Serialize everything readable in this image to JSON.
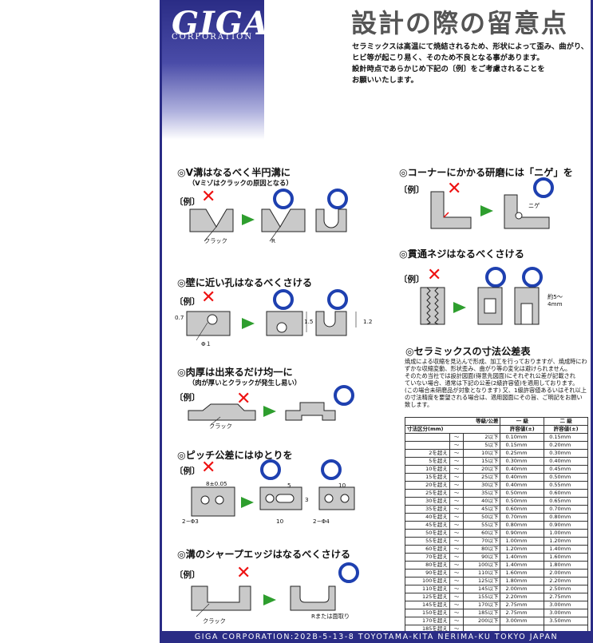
{
  "brand": {
    "logo_main": "GIGA",
    "logo_sub": "CORPORATION"
  },
  "title": "設計の際の留意点",
  "intro": [
    "セラミックスは高温にて焼結されるため、形状によって歪み、曲がり、",
    "ヒビ等が起こり易く、そのため不良となる事があります。",
    "設計時点であらかじめ下記の〔例〕をご考慮されることを",
    "お願いいたします。"
  ],
  "example_label": "〔例〕",
  "sections": {
    "v_groove": {
      "heading": "◎V溝はなるべく半円溝に",
      "sub": "（Vミゾはクラックの原因となる）",
      "crack": "クラック",
      "r": "R"
    },
    "hole": {
      "heading": "◎壁に近い孔はなるべくさける",
      "d07": "0.7",
      "phi1": "Φ１",
      "d15": "1.5",
      "d12": "1.2"
    },
    "thickness": {
      "heading": "◎肉厚は出来るだけ均一に",
      "sub": "（肉が厚いとクラックが発生し易い）",
      "crack": "クラック"
    },
    "pitch": {
      "heading": "◎ピッチ公差にはゆとりを",
      "pitch": "8±0.05",
      "hole3": "2−Φ3",
      "d5": "5",
      "d3": "3",
      "d10a": "10",
      "d10b": "10",
      "hole4": "2−Φ4"
    },
    "sharp": {
      "heading": "◎溝のシャープエッジはなるべくさける",
      "crack": "クラック",
      "note": "Rまたは面取り"
    },
    "corner": {
      "heading": "◎コーナーにかかる研磨には「ニゲ」を",
      "nige": "ニゲ"
    },
    "screw": {
      "heading": "◎貫通ネジはなるべくさける",
      "note1": "約5～",
      "note2": "4mm"
    },
    "tolerance": {
      "heading": "◎セラミックスの寸法公差表",
      "notes": [
        "焼成による収縮を見込んで形成、加工を行っておりますが、焼成時にわ",
        "ずかな収縮変動、形状歪み、曲がり等の変化は避けられません。",
        "そのため当社では設計図面(得意先図面)にそれぞれ公差が記載され",
        "ていない場合、通常は下記の公差(2級許容値)を適用しております。",
        "(この場合未研磨品が対象となります) 又、1級許容値あるいはそれ以上",
        "の寸法精度を要望される場合は、適用図面にその旨、ご明記をお願い",
        "致します。"
      ],
      "hdr_grade": "等級",
      "hdr_tol": "公差",
      "hdr_range": "寸法区分(mm)",
      "hdr_g1": "一 級",
      "hdr_g2": "二 級",
      "hdr_allow1": "許容値(±)",
      "hdr_allow2": "許容値(±)",
      "rows": [
        [
          "",
          "～",
          "2以下",
          "0.10mm",
          "0.15mm"
        ],
        [
          "",
          "～",
          "5以下",
          "0.15mm",
          "0.20mm"
        ],
        [
          "2を超え",
          "～",
          "10以下",
          "0.25mm",
          "0.30mm"
        ],
        [
          "5を超え",
          "～",
          "15以下",
          "0.30mm",
          "0.40mm"
        ],
        [
          "10を超え",
          "～",
          "20以下",
          "0.40mm",
          "0.45mm"
        ],
        [
          "15を超え",
          "～",
          "25以下",
          "0.40mm",
          "0.50mm"
        ],
        [
          "20を超え",
          "～",
          "30以下",
          "0.40mm",
          "0.55mm"
        ],
        [
          "25を超え",
          "～",
          "35以下",
          "0.50mm",
          "0.60mm"
        ],
        [
          "30を超え",
          "～",
          "40以下",
          "0.50mm",
          "0.65mm"
        ],
        [
          "35を超え",
          "～",
          "45以下",
          "0.60mm",
          "0.70mm"
        ],
        [
          "40を超え",
          "～",
          "50以下",
          "0.70mm",
          "0.80mm"
        ],
        [
          "45を超え",
          "～",
          "55以下",
          "0.80mm",
          "0.90mm"
        ],
        [
          "50を超え",
          "～",
          "60以下",
          "0.90mm",
          "1.00mm"
        ],
        [
          "55を超え",
          "～",
          "70以下",
          "1.00mm",
          "1.20mm"
        ],
        [
          "60を超え",
          "～",
          "80以下",
          "1.20mm",
          "1.40mm"
        ],
        [
          "70を超え",
          "～",
          "90以下",
          "1.40mm",
          "1.60mm"
        ],
        [
          "80を超え",
          "～",
          "100以下",
          "1.40mm",
          "1.80mm"
        ],
        [
          "90を超え",
          "～",
          "110以下",
          "1.60mm",
          "2.00mm"
        ],
        [
          "100を超え",
          "～",
          "125以下",
          "1.80mm",
          "2.20mm"
        ],
        [
          "110を超え",
          "～",
          "145以下",
          "2.00mm",
          "2.50mm"
        ],
        [
          "125を超え",
          "～",
          "155以下",
          "2.20mm",
          "2.75mm"
        ],
        [
          "145を超え",
          "～",
          "170以下",
          "2.75mm",
          "3.00mm"
        ],
        [
          "150を超え",
          "～",
          "185以下",
          "2.75mm",
          "3.00mm"
        ],
        [
          "170を超え",
          "～",
          "200以下",
          "3.00mm",
          "3.50mm"
        ],
        [
          "185を超え",
          "～",
          "",
          "",
          ""
        ]
      ]
    }
  },
  "footer": "GIGA CORPORATION:202B-5-13-8 TOYOTAMA-KITA NERIMA-KU TOKYO JAPAN"
}
